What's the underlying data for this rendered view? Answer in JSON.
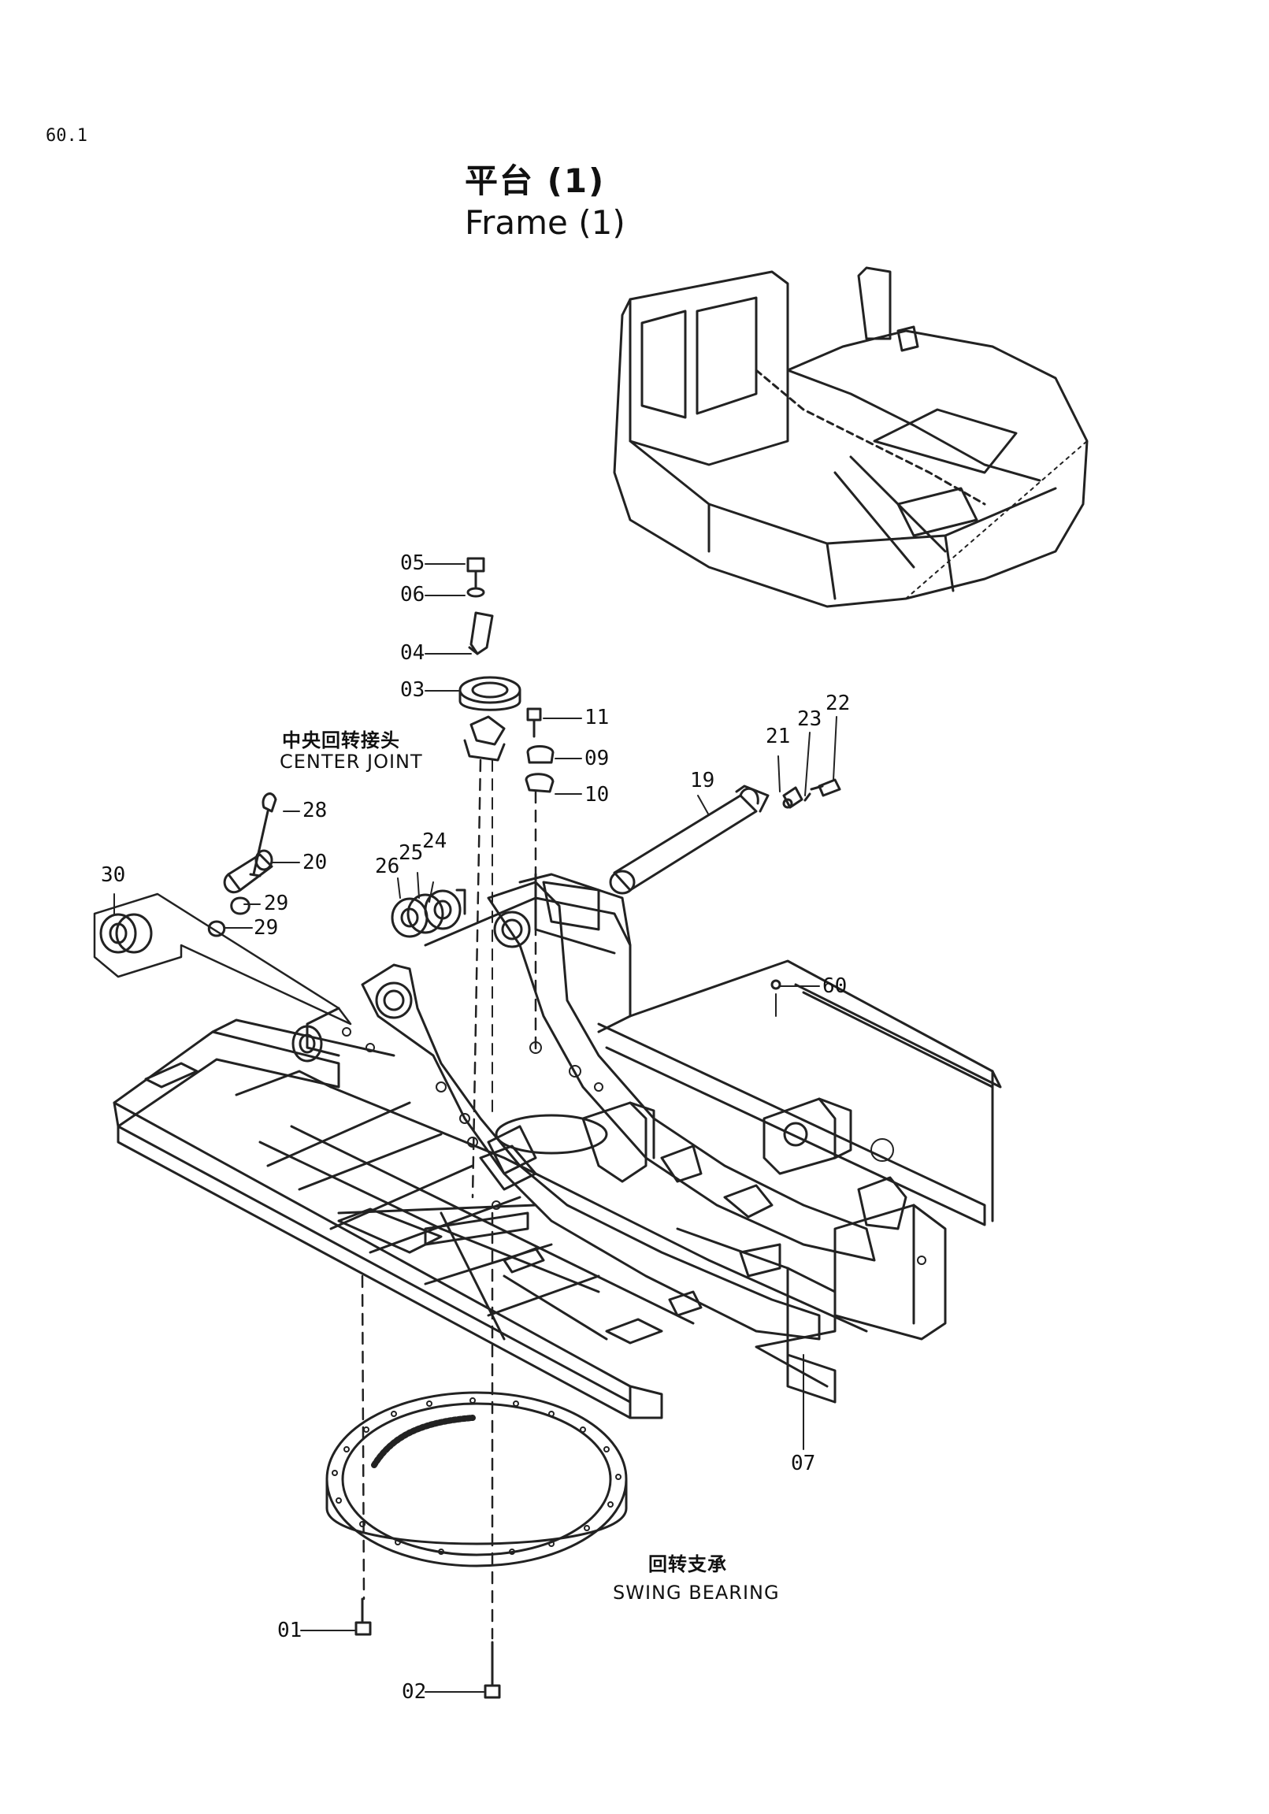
{
  "page_code": "60.1",
  "title": {
    "cn": "平台 (1)",
    "en": "Frame (1)"
  },
  "callouts": {
    "center_joint_cn": "中央回转接头",
    "center_joint_en": "CENTER JOINT",
    "swing_bearing_cn": "回转支承",
    "swing_bearing_en": "SWING BEARING"
  },
  "part_numbers": [
    "01",
    "02",
    "03",
    "04",
    "05",
    "06",
    "07",
    "09",
    "10",
    "11",
    "19",
    "20",
    "21",
    "22",
    "23",
    "24",
    "25",
    "26",
    "28",
    "29",
    "29",
    "30",
    "60"
  ]
}
